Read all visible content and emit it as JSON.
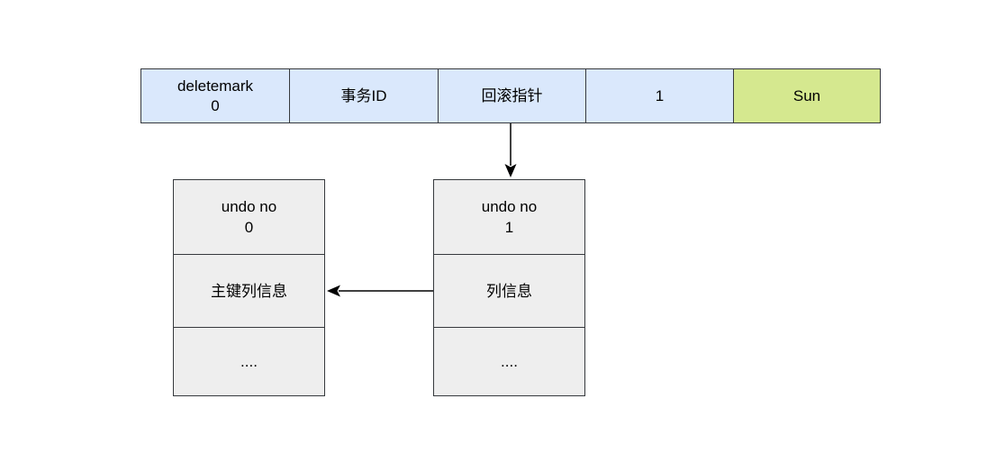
{
  "record": {
    "cells": [
      {
        "text": "deletemark\n0",
        "fill": "#dae8fc"
      },
      {
        "text": "事务ID",
        "fill": "#dae8fc"
      },
      {
        "text": "回滚指针",
        "fill": "#dae8fc"
      },
      {
        "text": "1",
        "fill": "#dae8fc"
      },
      {
        "text": "Sun",
        "fill": "#d5e88f"
      }
    ]
  },
  "undo_log_0": {
    "header": "undo no\n0",
    "info": "主键列信息",
    "more": "...."
  },
  "undo_log_1": {
    "header": "undo no\n1",
    "info": "列信息",
    "more": "...."
  },
  "colors": {
    "border": "#36393d",
    "undo_fill": "#eeeeee",
    "arrow": "#000000"
  }
}
